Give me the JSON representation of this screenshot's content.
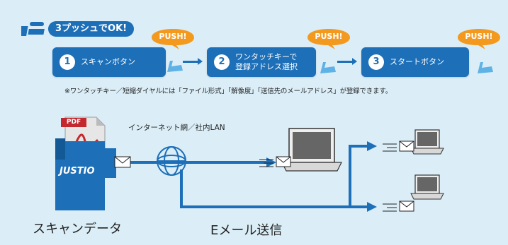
{
  "header": {
    "title": "3プッシュでOK!",
    "icon": "scanner-hand-icon"
  },
  "steps": [
    {
      "number": "1",
      "label": "スキャンボタン"
    },
    {
      "number": "2",
      "label": "ワンタッチキーで\n登録アドレス選択"
    },
    {
      "number": "3",
      "label": "スタートボタン"
    }
  ],
  "push_label": "PUSH!",
  "note": "※ワンタッチキー／短縮ダイヤルには「ファイル形式」「解像度」「送信先のメールアドレス」が登録できます。",
  "diagram": {
    "network_label": "インターネット網／社内LAN",
    "pdf_label": "PDF",
    "device_brand": "JUSTIO",
    "scan_caption": "スキャンデータ",
    "email_caption": "Eメール送信"
  },
  "colors": {
    "primary": "#1d6fb8",
    "push": "#f39a1e",
    "background": "#dbeef8",
    "pdf": "#c3282e"
  }
}
